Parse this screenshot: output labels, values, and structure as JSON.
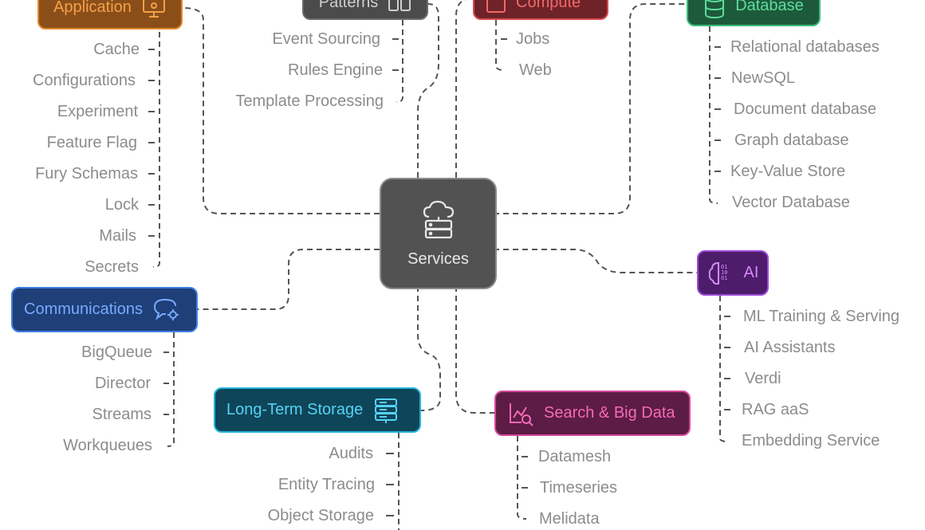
{
  "center": {
    "label": "Services",
    "icon": "cloud-server-icon"
  },
  "categories": {
    "application": {
      "label": "Application",
      "icon": "monitor-gear-icon",
      "color": "#e08a2e",
      "items": [
        "Cache",
        "Configurations",
        "Experiment",
        "Feature Flag",
        "Fury Schemas",
        "Lock",
        "Mails",
        "Secrets"
      ]
    },
    "patterns": {
      "label": "Patterns",
      "icon": "columns-icon",
      "color": "#6b6b6b",
      "items": [
        "Event Sourcing",
        "Rules Engine",
        "Template Processing"
      ]
    },
    "compute": {
      "label": "Compute",
      "icon": "square-icon",
      "color": "#d94a4e",
      "items": [
        "Jobs",
        "Web"
      ]
    },
    "database": {
      "label": "Database",
      "icon": "database-icon",
      "color": "#3bbd7c",
      "items": [
        "Relational databases",
        "NewSQL",
        "Document database",
        "Graph database",
        "Key-Value Store",
        "Vector Database"
      ]
    },
    "communications": {
      "label": "Communications",
      "icon": "chat-gear-icon",
      "color": "#3f7fe0",
      "items": [
        "BigQueue",
        "Director",
        "Streams",
        "Workqueues"
      ]
    },
    "ai": {
      "label": "AI",
      "icon": "brain-binary-icon",
      "color": "#9d4ad8",
      "items": [
        "ML Training & Serving",
        "AI Assistants",
        "Verdi",
        "RAG aaS",
        "Embedding Service"
      ]
    },
    "long_term_storage": {
      "label": "Long-Term Storage",
      "icon": "server-rack-icon",
      "color": "#23b3dc",
      "items": [
        "Audits",
        "Entity Tracing",
        "Object Storage"
      ]
    },
    "search_big_data": {
      "label": "Search & Big Data",
      "icon": "chart-search-icon",
      "color": "#d64a9b",
      "items": [
        "Datamesh",
        "Timeseries",
        "Melidata"
      ]
    }
  }
}
